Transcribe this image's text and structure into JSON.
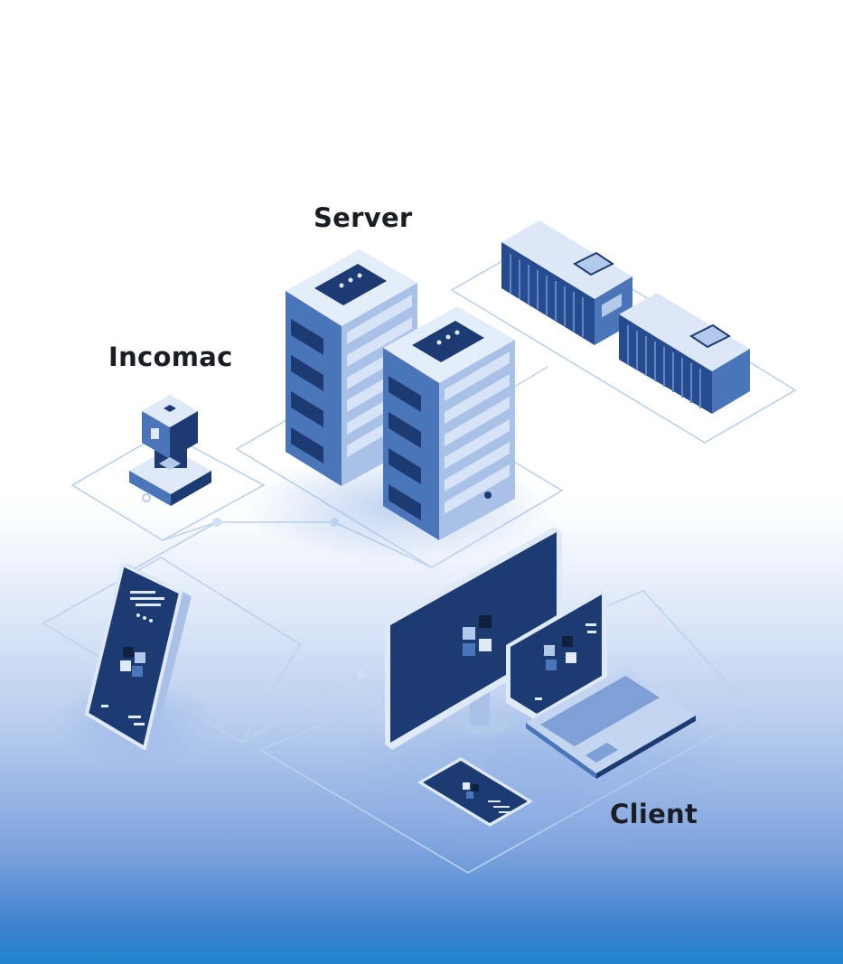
{
  "labels": {
    "server": "Server",
    "incomac": "Incomac",
    "client": "Client"
  },
  "colors": {
    "dark_navy": "#1c3b73",
    "mid_blue": "#4a75b8",
    "light_blue": "#b3c9ea",
    "pale_blue": "#dfe9f8",
    "line_blue": "#a8c3e8",
    "bottom_blue": "#1f83cc"
  },
  "icons": [
    "server-rack-icon",
    "storage-container-icon",
    "cube-device-icon",
    "smartphone-icon",
    "desktop-monitor-icon",
    "laptop-icon",
    "tablet-icon"
  ]
}
